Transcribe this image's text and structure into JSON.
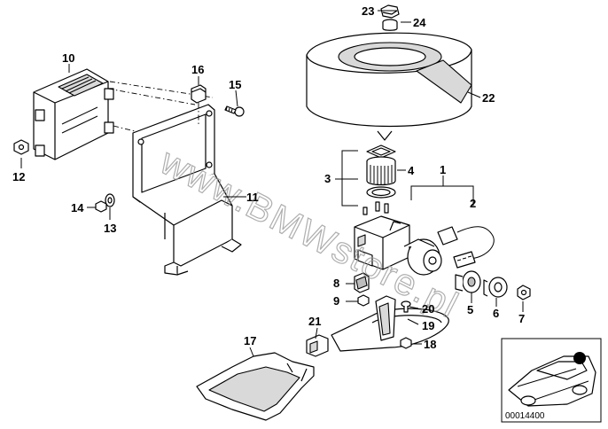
{
  "diagram": {
    "callouts": [
      {
        "id": "c1",
        "text": "1"
      },
      {
        "id": "c2",
        "text": "2"
      },
      {
        "id": "c3",
        "text": "3"
      },
      {
        "id": "c4",
        "text": "4"
      },
      {
        "id": "c5",
        "text": "5"
      },
      {
        "id": "c6",
        "text": "6"
      },
      {
        "id": "c7",
        "text": "7"
      },
      {
        "id": "c8",
        "text": "8"
      },
      {
        "id": "c9",
        "text": "9"
      },
      {
        "id": "c10",
        "text": "10"
      },
      {
        "id": "c11",
        "text": "11"
      },
      {
        "id": "c12",
        "text": "12"
      },
      {
        "id": "c13",
        "text": "13"
      },
      {
        "id": "c14",
        "text": "14"
      },
      {
        "id": "c15",
        "text": "15"
      },
      {
        "id": "c16",
        "text": "16"
      },
      {
        "id": "c17",
        "text": "17"
      },
      {
        "id": "c18",
        "text": "18"
      },
      {
        "id": "c19",
        "text": "19"
      },
      {
        "id": "c20",
        "text": "20"
      },
      {
        "id": "c21",
        "text": "21"
      },
      {
        "id": "c22",
        "text": "22"
      },
      {
        "id": "c23",
        "text": "23"
      },
      {
        "id": "c24",
        "text": "24"
      }
    ],
    "watermark": "www.BMWstore.pl",
    "inset_code": "00014400",
    "highlight_color": "#000000"
  }
}
